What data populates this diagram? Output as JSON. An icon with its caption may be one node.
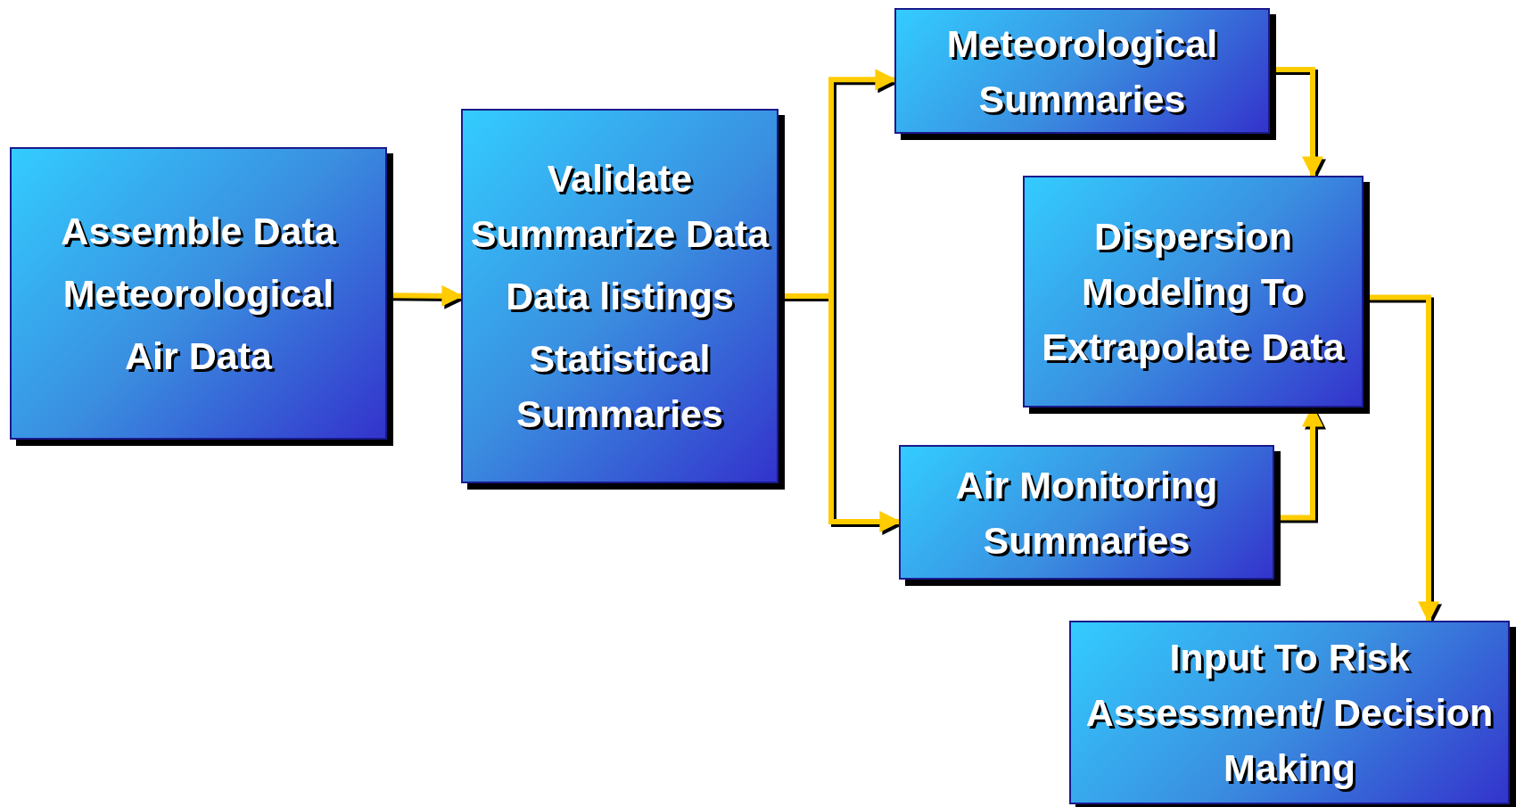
{
  "diagram": {
    "nodes": [
      {
        "text": [
          "Assemble Data",
          "Meteorological",
          "Air Data"
        ]
      },
      {
        "text": [
          "Validate Summarize Data",
          "Data listings",
          "Statistical Summaries"
        ]
      },
      {
        "text": [
          "Meteorological Summaries"
        ]
      },
      {
        "text": [
          "Dispersion Modeling To Extrapolate Data"
        ]
      },
      {
        "text": [
          "Air Monitoring Summaries"
        ]
      },
      {
        "text": [
          "Input To Risk Assessment/ Decision Making"
        ]
      }
    ],
    "edges": [
      {
        "from": 0,
        "to": 1,
        "arrow": "to"
      },
      {
        "from": 1,
        "to": 2,
        "arrow": "to"
      },
      {
        "from": 1,
        "to": 4,
        "arrow": "to"
      },
      {
        "from": 2,
        "to": 3,
        "arrow": "to"
      },
      {
        "from": 4,
        "to": 3,
        "arrow": "to"
      },
      {
        "from": 3,
        "to": 5,
        "arrow": "to"
      }
    ]
  }
}
